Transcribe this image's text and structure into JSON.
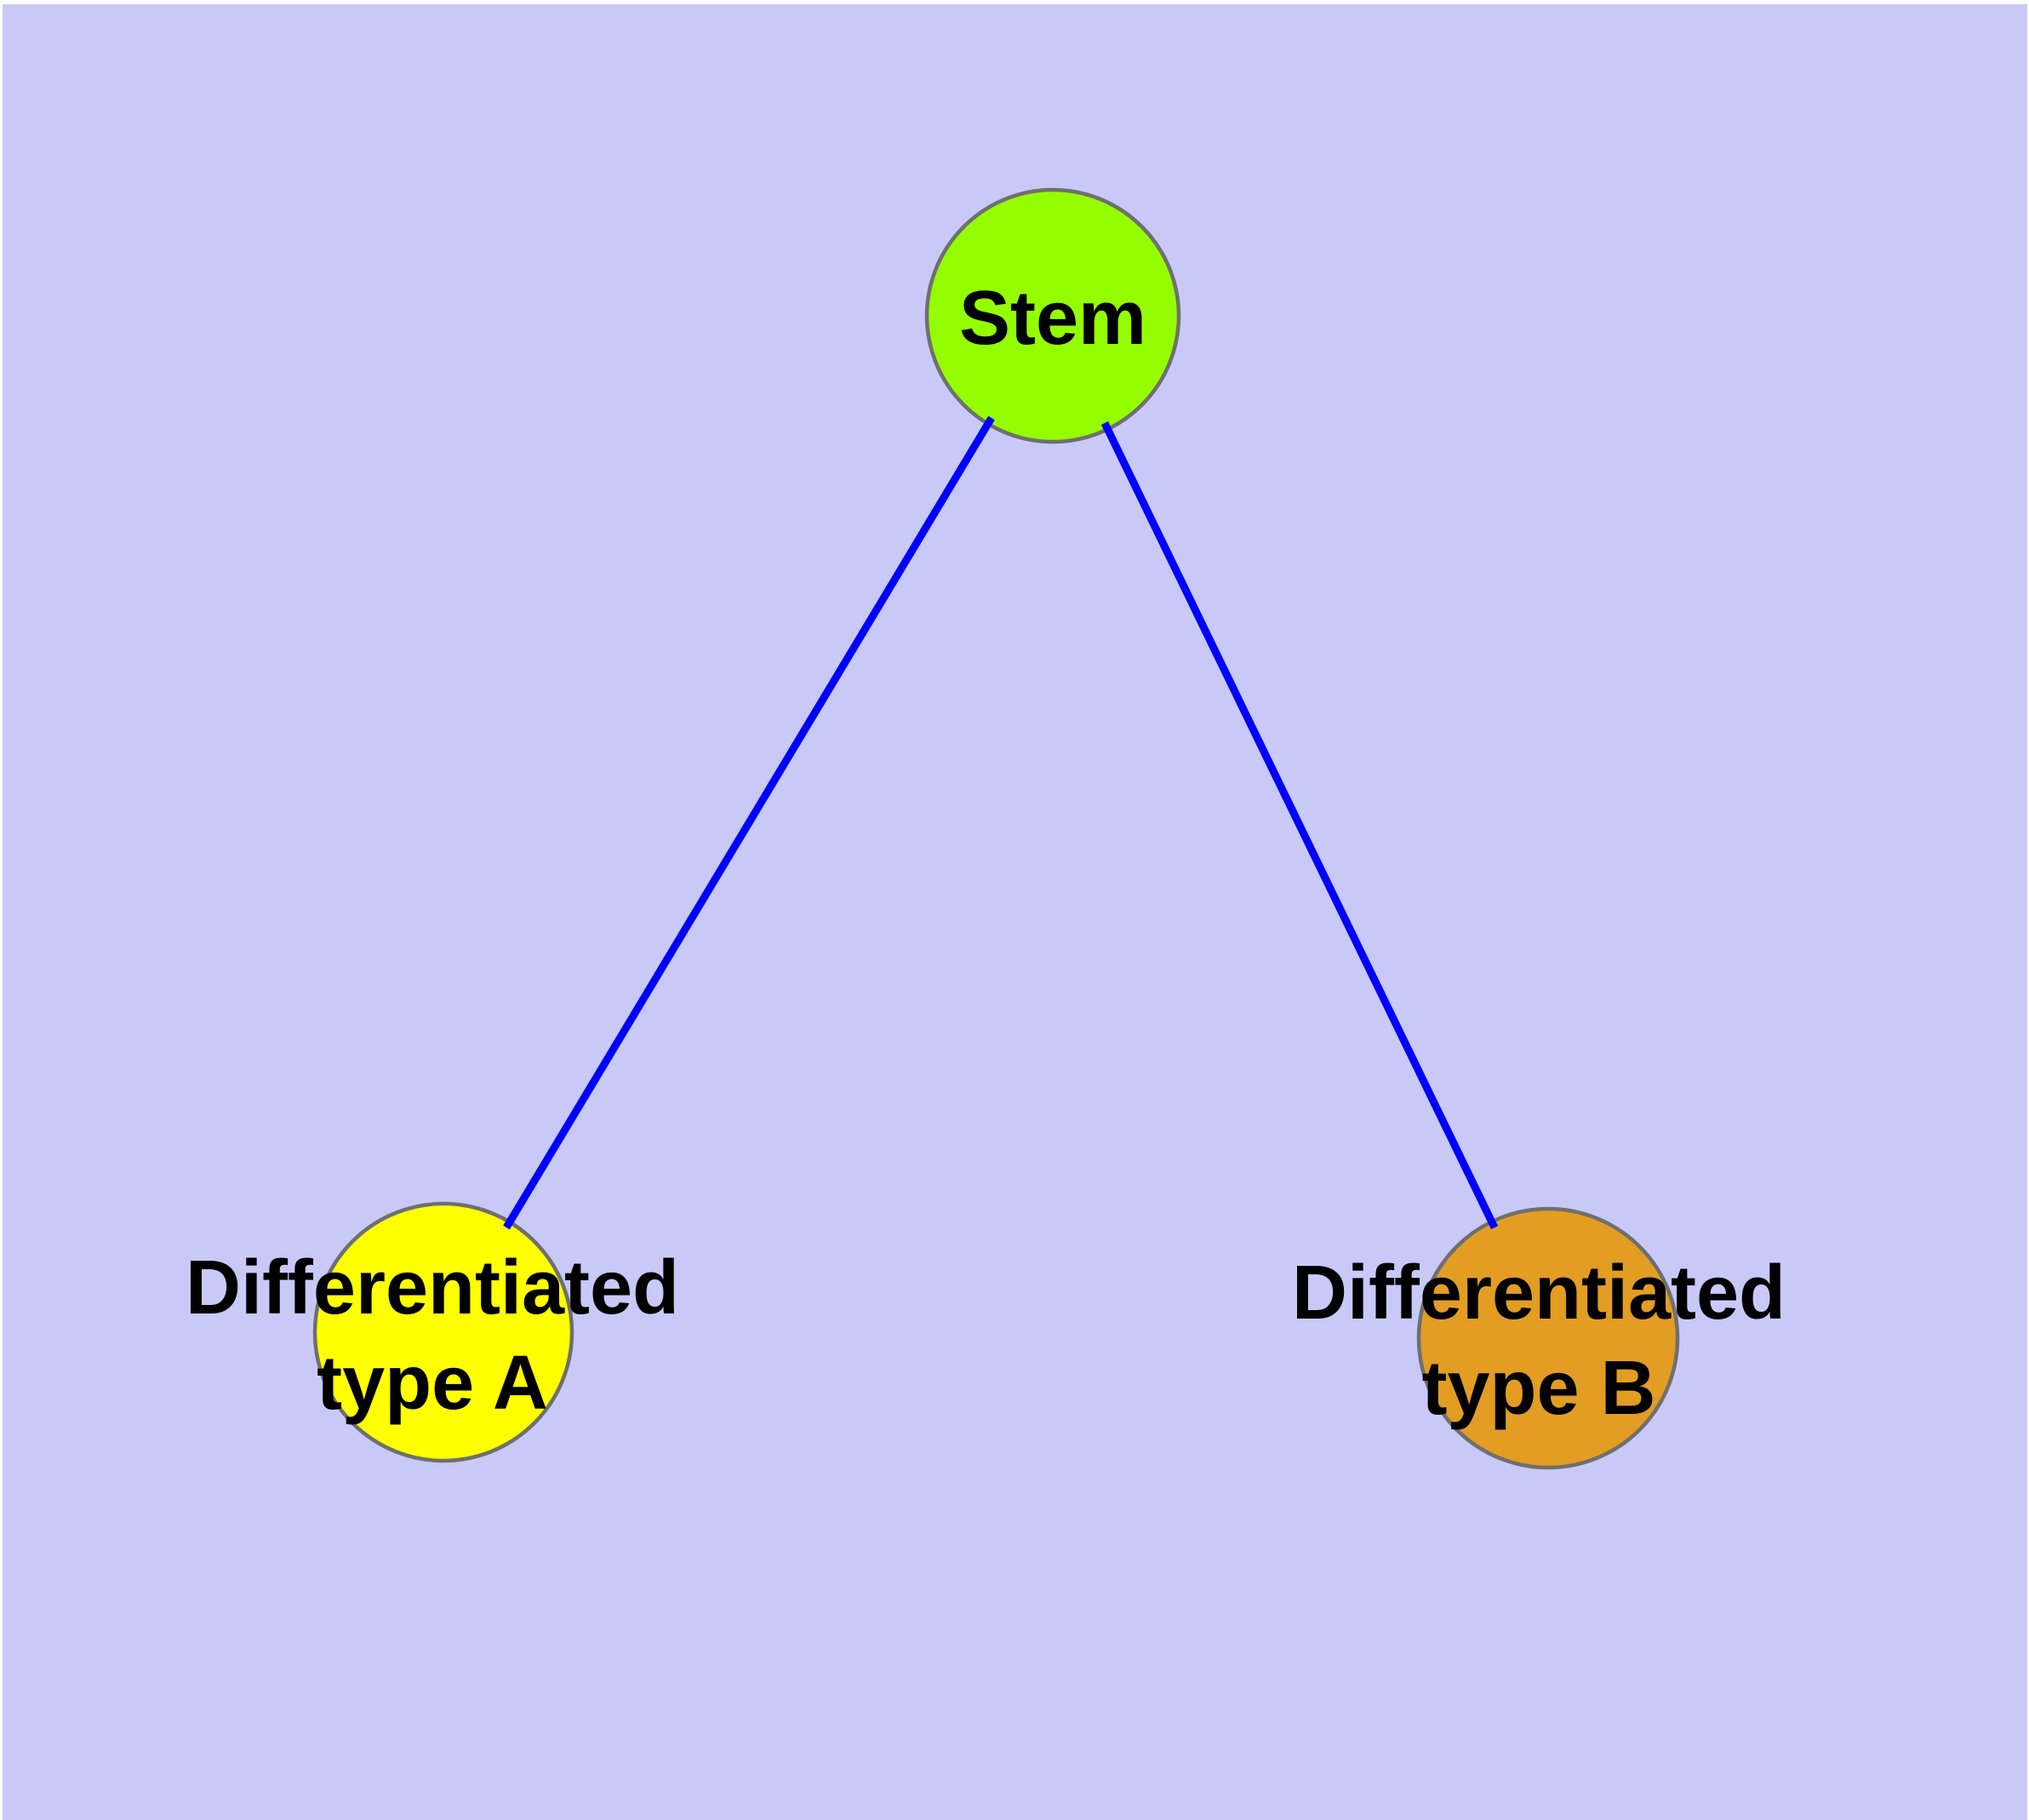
{
  "diagram": {
    "background_color": "#C9C9F8",
    "margin_color": "#FFFFFF",
    "edge_color": "#0000FF",
    "node_border_color": "#6F6F6F",
    "text_color": "#000000",
    "nodes": {
      "stem": {
        "label": "Stem",
        "fill": "#94FE00"
      },
      "type_a": {
        "label_line1": "Differentiated",
        "label_line2": "type A",
        "fill": "#FFFF00"
      },
      "type_b": {
        "label_line1": "Differentiated",
        "label_line2": "type B",
        "fill": "#E39D23"
      }
    },
    "edges": [
      {
        "from": "Stem",
        "to": "Differentiated type A"
      },
      {
        "from": "Stem",
        "to": "Differentiated type B"
      }
    ]
  }
}
